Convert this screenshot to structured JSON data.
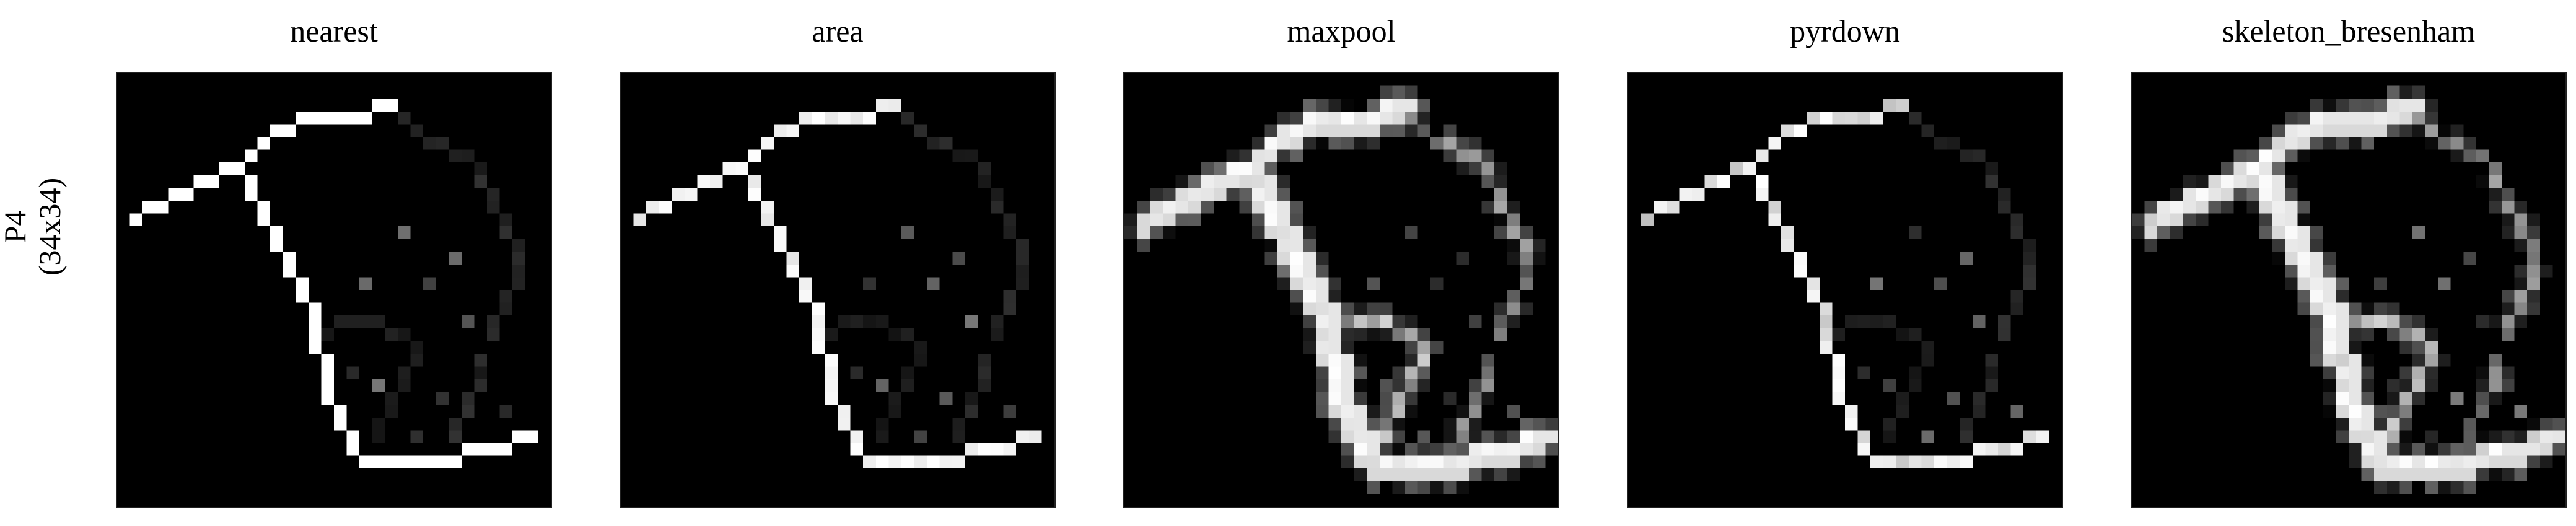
{
  "row": {
    "label_line1": "P4",
    "label_line2": "(34x34)"
  },
  "panels": [
    {
      "title": "nearest",
      "method": "nearest",
      "blur": 0,
      "glow": 0,
      "thick": 0,
      "gray": 1.0
    },
    {
      "title": "area",
      "method": "area",
      "blur": 0,
      "glow": 0,
      "thick": 0,
      "gray": 0.9
    },
    {
      "title": "maxpool",
      "method": "maxpool",
      "blur": 1,
      "glow": 1,
      "thick": 1,
      "gray": 0.85
    },
    {
      "title": "pyrdown",
      "method": "pyrdown",
      "blur": 0,
      "glow": 0,
      "thick": 0,
      "gray": 0.75
    },
    {
      "title": "skeleton_bresenham",
      "method": "skeleton_bresenham",
      "blur": 1,
      "glow": 1,
      "thick": 1,
      "gray": 0.8
    }
  ],
  "colors": {
    "background": "#ffffff",
    "image_background": "#000000",
    "stroke": "#ffffff"
  }
}
